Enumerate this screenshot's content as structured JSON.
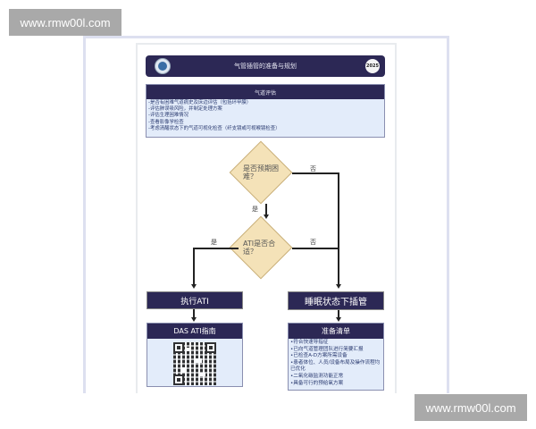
{
  "watermarks": {
    "top_left": "www.rmw00l.com",
    "bottom_right": "www.rmw00l.com"
  },
  "header": {
    "title": "气管插管的准备与规划",
    "year_badge": "2025",
    "logo_icon": "society-emblem-icon"
  },
  "assessment": {
    "title": "气道评估",
    "items": [
      "-是否有困难气道病史及床边评估（包括环甲膜）",
      "-评估肺误吸风险，并制定处理方案",
      "-评估生理困难情况",
      "-查看影像学检查",
      "-考虑清醒状态下的气道可视化检查（纤支镜或可视喉镜检查）"
    ]
  },
  "decisions": {
    "d1": {
      "text": "是否预期困难？",
      "yes": "是",
      "no": "否"
    },
    "d2": {
      "text": "ATI是否合适？",
      "yes": "是",
      "no": "否"
    }
  },
  "left_branch": {
    "action": "执行ATI",
    "guide_title": "DAS ATI指南",
    "qr_icon": "qr-code-icon"
  },
  "right_branch": {
    "action": "睡眠状态下插管",
    "checklist_title": "准备清单",
    "checklist": [
      "•符合快速导指征",
      "•已向气道管理团队进行简要汇报",
      "•已检查A-D方案所需设备",
      "•患者体位、人员/设备布局及操作流程均已优化",
      "•二氧化碳监测功能正常",
      "•具备可行的预给氧方案"
    ]
  },
  "colors": {
    "navy": "#2c2855",
    "diamond": "#f4e2b8",
    "card_bg": "#e3ecfa",
    "watermark": "#a9a9a9"
  }
}
